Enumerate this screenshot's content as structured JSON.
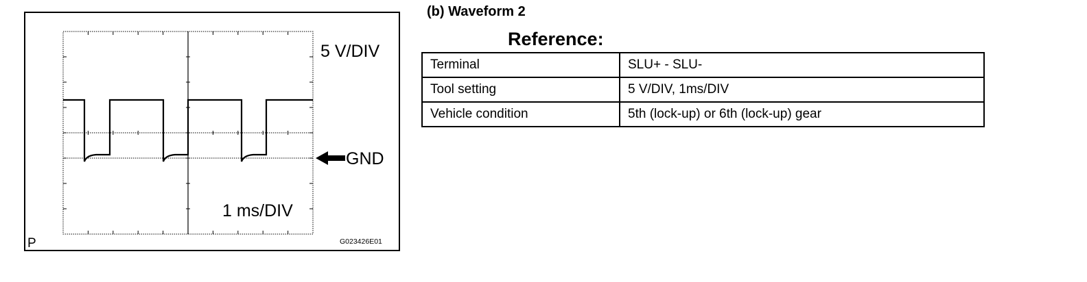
{
  "waveform_panel": {
    "voltage_scale": "5 V/DIV",
    "time_scale": "1 ms/DIV",
    "ground_marker": "GND",
    "corner_mark": "P",
    "figure_code": "G023426E01"
  },
  "reference": {
    "subtitle": "(b) Waveform 2",
    "heading": "Reference:",
    "rows": [
      {
        "label": "Terminal",
        "value": "SLU+ - SLU-"
      },
      {
        "label": "Tool setting",
        "value": "5 V/DIV, 1ms/DIV"
      },
      {
        "label": "Vehicle condition",
        "value": "5th (lock-up) or 6th (lock-up) gear"
      }
    ]
  }
}
